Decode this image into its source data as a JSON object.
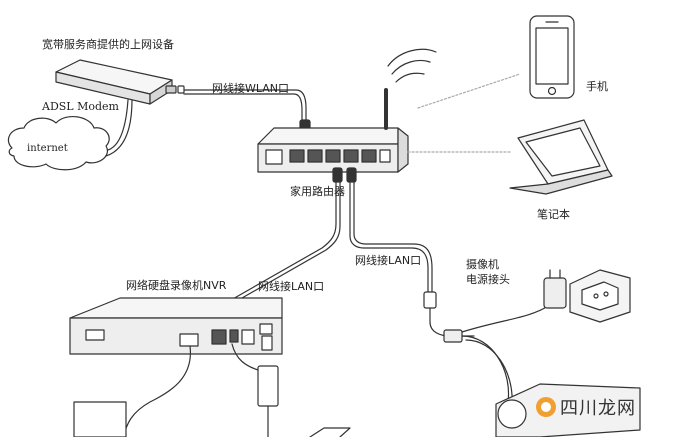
{
  "labels": {
    "isp_device": "宽带服务商提供的上网设备",
    "adsl_modem": "ADSL Modem",
    "internet": "internet",
    "cable_wan": "网线接WLAN口",
    "router": "家用路由器",
    "phone": "手机",
    "laptop": "笔记本",
    "cable_lan_1": "网线接LAN口",
    "cable_lan_2": "网线接LAN口",
    "nvr": "网络硬盘录像机NVR",
    "camera_power_line1": "摄像机",
    "camera_power_line2": "电源接头"
  },
  "watermark": {
    "text": "四川龙网",
    "color": "#f0a030"
  },
  "icons": [
    "cloud-icon",
    "modem-icon",
    "router-icon",
    "phone-icon",
    "laptop-icon",
    "nvr-icon",
    "camera-icon",
    "power-adapter-icon",
    "wall-socket-icon",
    "monitor-icon"
  ]
}
